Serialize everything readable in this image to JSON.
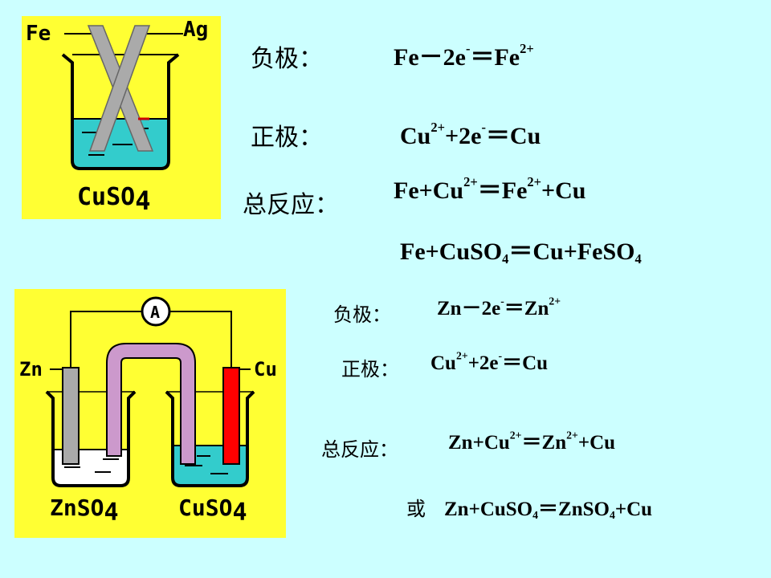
{
  "colors": {
    "background": "#ccffff",
    "panel": "#ffff33",
    "solution": "#33cccc",
    "salt_bridge": "#cc99cc",
    "copper_rod": "#ff0000",
    "zinc_rod": "#aaaaaa"
  },
  "top_diagram": {
    "left_label": "Fe",
    "right_label": "Ag",
    "solution_label": "CuSO",
    "solution_sub": "4"
  },
  "bottom_diagram": {
    "left_label": "Zn",
    "right_label": "Cu",
    "meter_label": "A",
    "left_solution": "ZnSO",
    "left_sub": "4",
    "right_solution": "CuSO",
    "right_sub": "4"
  },
  "top_equations": {
    "anode_label": "负极：",
    "anode": {
      "p1": "Fe－2e",
      "sup1": "-",
      "p2": "＝Fe",
      "sup2": "2+"
    },
    "cathode_label": "正极：",
    "cathode": {
      "p1": "Cu",
      "sup1": "2+",
      "p2": "+2e",
      "sup2": "-",
      "p3": "＝Cu"
    },
    "overall_label": "总反应：",
    "overall_ionic": {
      "p1": "Fe+Cu",
      "sup1": "2+",
      "p2": "＝Fe",
      "sup2": "2+",
      "p3": "+Cu"
    },
    "overall_molecular": {
      "p1": "Fe+CuSO",
      "sub1": "4",
      "p2": "＝Cu+FeSO",
      "sub2": "4"
    }
  },
  "bottom_equations": {
    "anode_label": "负极：",
    "anode": {
      "p1": "Zn－2e",
      "sup1": "-",
      "p2": "＝Zn",
      "sup2": "2+"
    },
    "cathode_label": "正极：",
    "cathode": {
      "p1": "Cu",
      "sup1": "2+",
      "p2": "+2e",
      "sup2": "-",
      "p3": "＝Cu"
    },
    "overall_label": "总反应：",
    "overall_ionic": {
      "p1": "Zn+Cu",
      "sup1": "2+",
      "p2": "＝Zn",
      "sup2": "2+",
      "p3": "+Cu"
    },
    "or_label": "或",
    "overall_molecular": {
      "p1": "Zn+CuSO",
      "sub1": "4",
      "p2": "＝ZnSO",
      "sub2": "4",
      "p3": "+Cu"
    }
  }
}
